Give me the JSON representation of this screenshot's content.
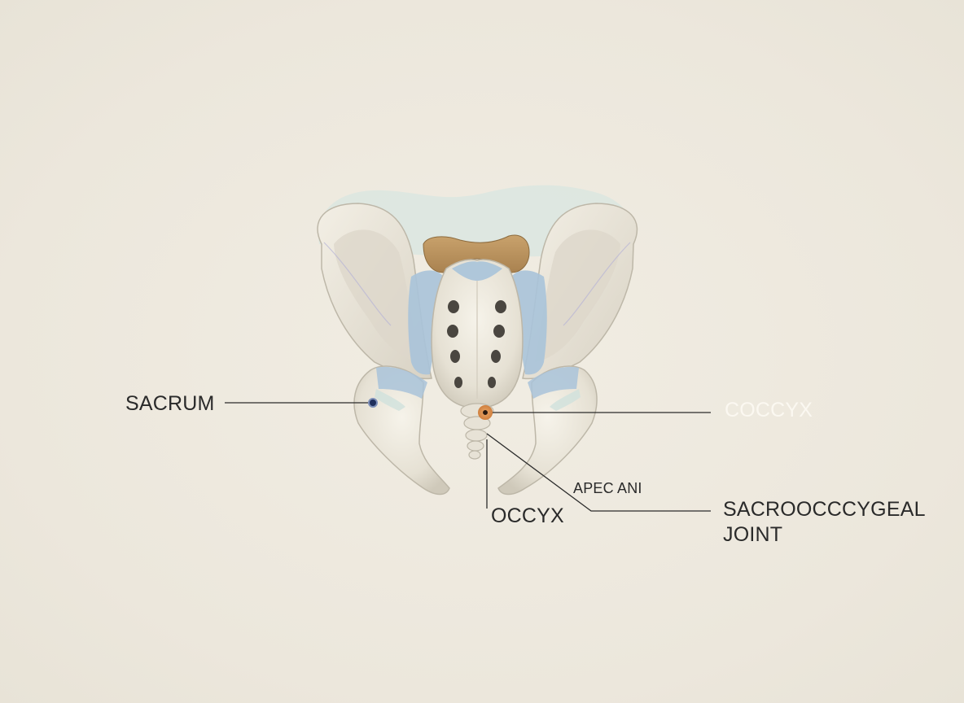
{
  "labels": {
    "sacrum": "SACRUM",
    "coccyx_right": "COCCYX",
    "apec_ani": "APEC ANI",
    "occyx": "OCCYX",
    "sacrococcygeal_line1": "SACROOCCCYGEAL",
    "sacrococcygeal_line2": "JOINT"
  },
  "colors": {
    "background": "#eeeadf",
    "bone": "#ece8dc",
    "bone_shadow": "#c9c3b4",
    "cartilage": "#a9c3d9",
    "vertebra": "#b8925f",
    "backdrop_blob": "#dbe6e0",
    "leader_line": "#2b2b2b",
    "marker_blue": "#1f2f5c",
    "marker_orange": "#d98a4a"
  }
}
